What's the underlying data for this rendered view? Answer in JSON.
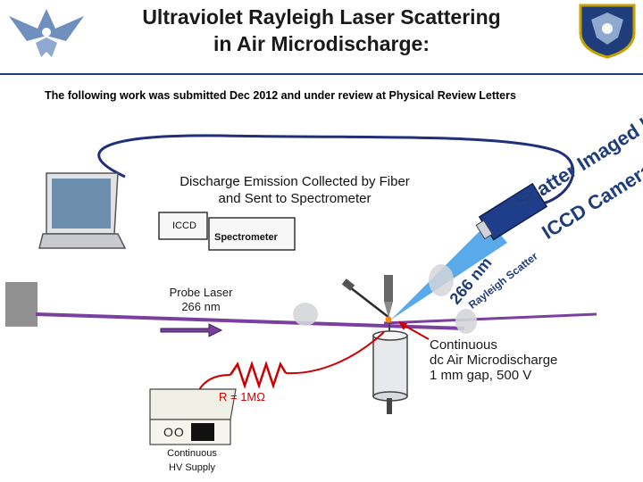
{
  "title": {
    "line1": "Ultraviolet Rayleigh Laser Scattering",
    "line2": "in Air Microdischarge:"
  },
  "subtitle": "The following work was submitted Dec 2012 and under review at Physical Review Letters",
  "diagram": {
    "fiber_label": {
      "line1": "Discharge Emission Collected by Fiber",
      "line2": "and Sent to Spectrometer"
    },
    "spectrometer_iccd": "ICCD",
    "spectrometer": "Spectrometer",
    "probe_laser": {
      "line1": "Probe Laser",
      "line2": "266 nm"
    },
    "camera_label": {
      "line1": "Scatter Imaged by",
      "line2": "ICCD Camera"
    },
    "camera_body": "ICCD",
    "scatter_label": {
      "line1": "266 nm",
      "line2": "Rayleigh Scatter"
    },
    "discharge_label": {
      "line1": "Continuous",
      "line2": "dc Air Microdischarge",
      "line3": "1 mm gap, 500 V"
    },
    "resistor": "R = 1MΩ",
    "hv_supply": {
      "line1": "Continuous",
      "line2": "HV Supply",
      "knobs": "OO"
    }
  },
  "colors": {
    "accent_blue": "#1f3d7a",
    "laser_purple": "#7b3fa0",
    "wire_red": "#cc0000",
    "camera_blue": "#1e3e8c",
    "beam_blue": "#2a8ad8"
  }
}
